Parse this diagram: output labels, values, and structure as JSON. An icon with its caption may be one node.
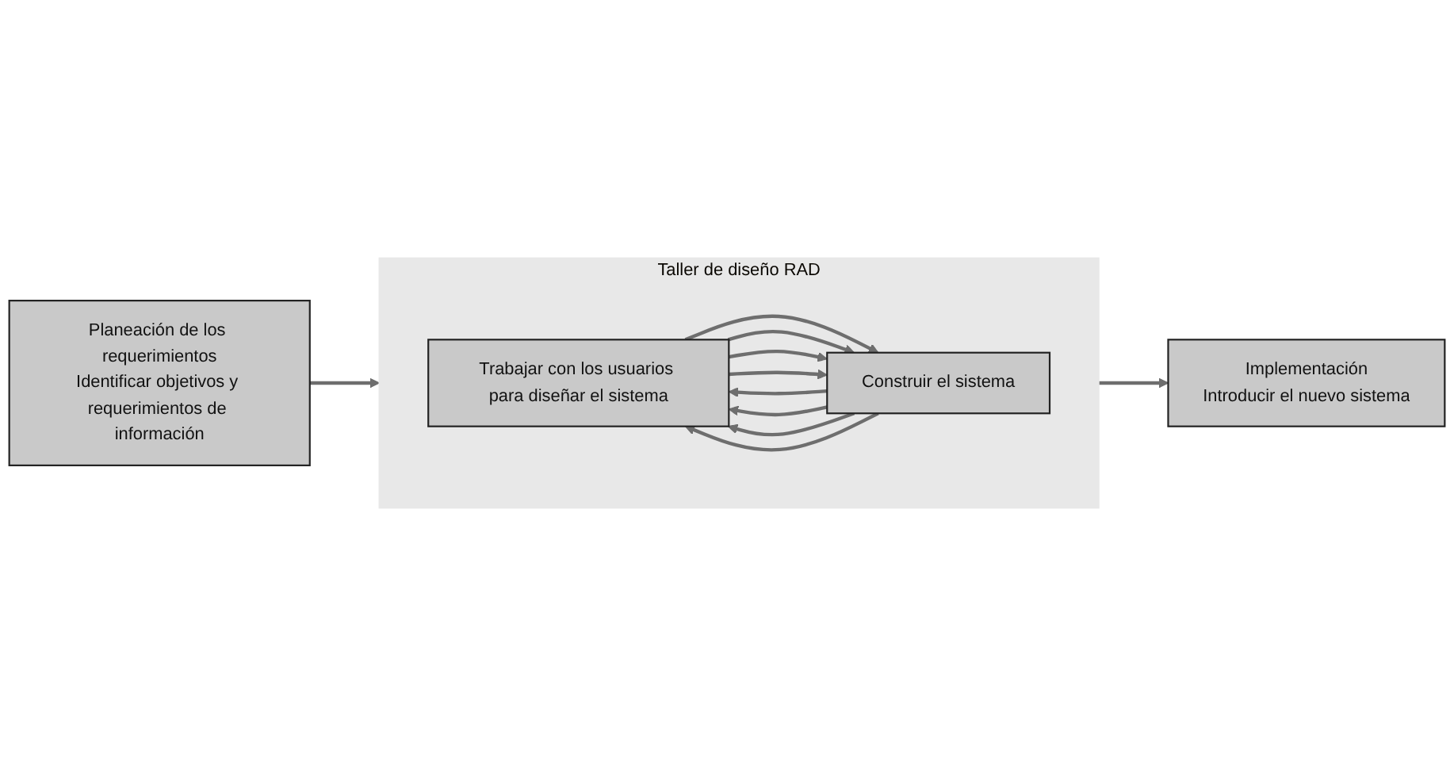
{
  "diagram": {
    "nodes": [
      {
        "text": [
          "Planeación de los requerimientos",
          "Identificar objetivos y requerimientos de información"
        ]
      },
      {
        "text": [
          "Taller de diseño RAD"
        ]
      },
      {
        "text": [
          "Trabajar con los usuarios para diseñar el sistema"
        ],
        "in": 1
      },
      {
        "text": [
          "Construir el sistema"
        ],
        "in": 1
      },
      {
        "text": [
          "Implementación",
          "Introducir el nuevo sistema"
        ]
      }
    ],
    "edges": [
      {
        "from": 0,
        "to": 1,
        "arrow": "to"
      },
      {
        "from": 1,
        "to": 4,
        "arrow": "to"
      },
      {
        "from": 3,
        "to": 2,
        "arrow": "to"
      },
      {
        "from": 3,
        "to": 2,
        "arrow": "to"
      },
      {
        "from": 3,
        "to": 2,
        "arrow": "to"
      },
      {
        "from": 3,
        "to": 2,
        "arrow": "to"
      },
      {
        "from": 2,
        "to": 3,
        "arrow": "to"
      },
      {
        "from": 2,
        "to": 3,
        "arrow": "to"
      },
      {
        "from": 2,
        "to": 3,
        "arrow": "to"
      },
      {
        "from": 2,
        "to": 3,
        "arrow": "to"
      }
    ]
  }
}
